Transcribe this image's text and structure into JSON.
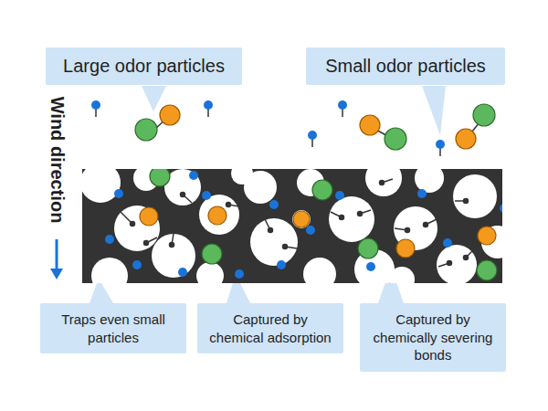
{
  "diagram": {
    "nodes": [
      {
        "text": [
          "Large odor particles"
        ]
      },
      {
        "text": [
          "Small odor particles"
        ]
      },
      {
        "text": [
          "Traps even small particles"
        ]
      },
      {
        "text": [
          "Captured by chemical adsorption"
        ]
      },
      {
        "text": [
          "Captured by chemically severing bonds"
        ]
      }
    ],
    "labels": [
      "Wind direction"
    ]
  }
}
